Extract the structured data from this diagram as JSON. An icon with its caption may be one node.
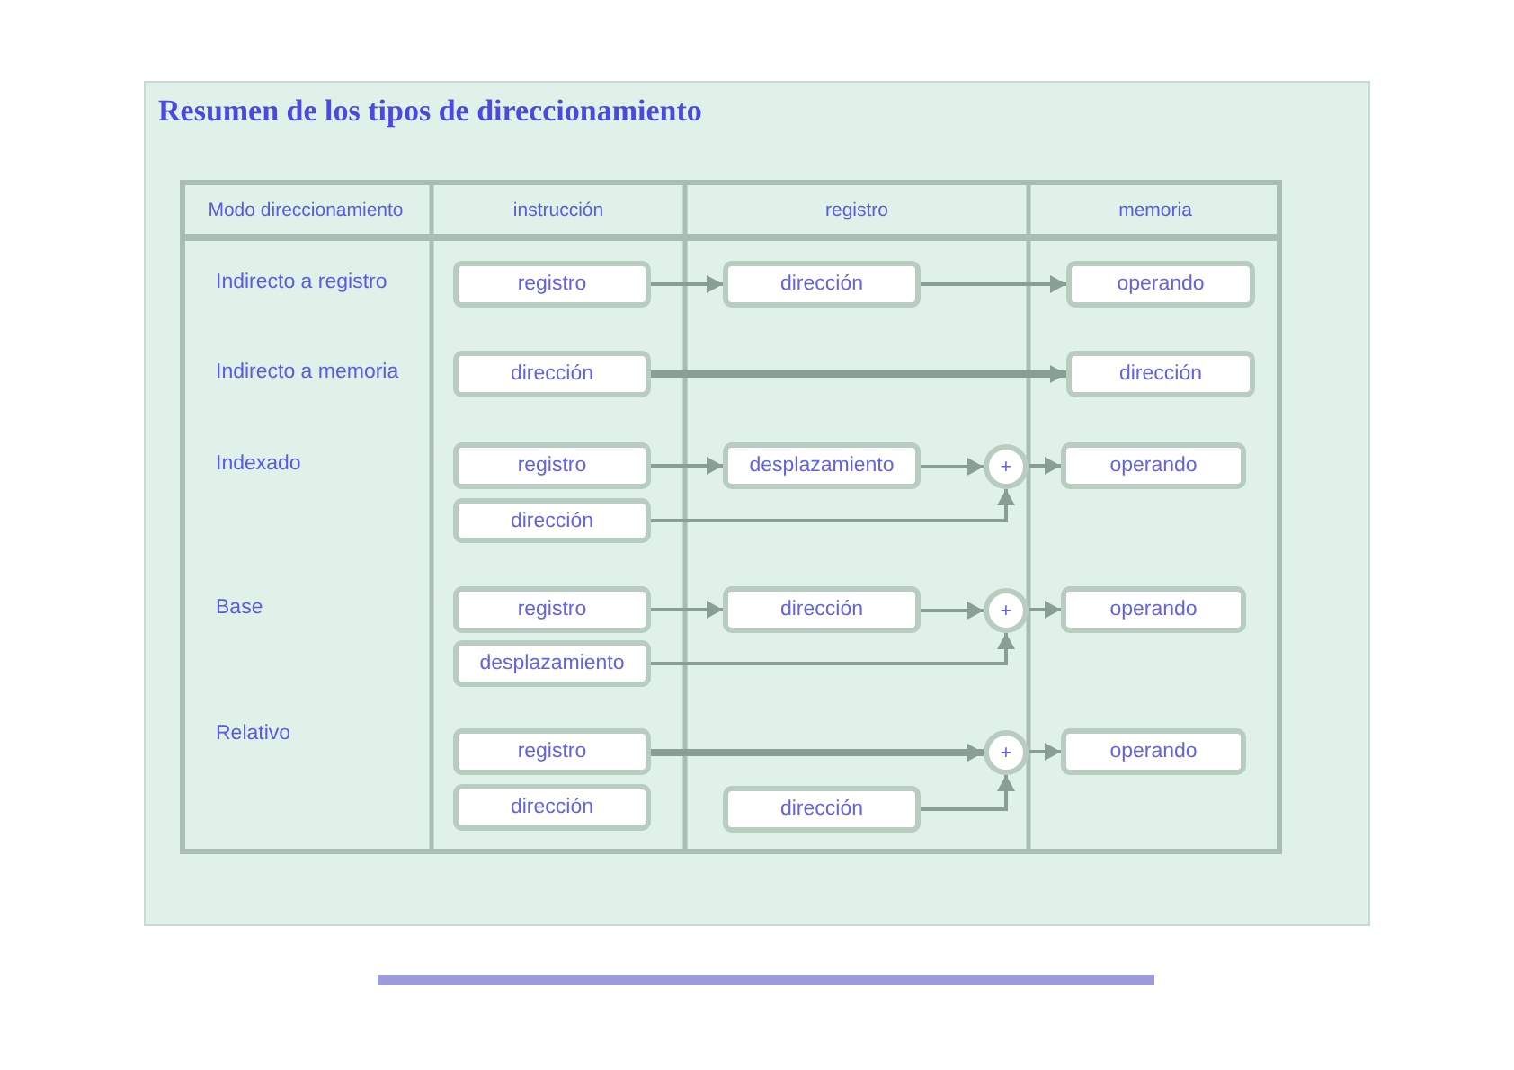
{
  "diagram": {
    "title": "Resumen de los tipos de direccionamiento",
    "nodes": [
      {
        "text": [
          "registro"
        ]
      },
      {
        "text": [
          "dirección"
        ]
      },
      {
        "text": [
          "operando"
        ]
      },
      {
        "text": [
          "dirección"
        ]
      },
      {
        "text": [
          "dirección"
        ]
      },
      {
        "text": [
          "registro"
        ]
      },
      {
        "text": [
          "desplazamiento"
        ]
      },
      {
        "text": [
          "+"
        ]
      },
      {
        "text": [
          "operando"
        ]
      },
      {
        "text": [
          "dirección"
        ]
      },
      {
        "text": [
          "registro"
        ]
      },
      {
        "text": [
          "dirección"
        ]
      },
      {
        "text": [
          "+"
        ]
      },
      {
        "text": [
          "operando"
        ]
      },
      {
        "text": [
          "desplazamiento"
        ]
      },
      {
        "text": [
          "registro"
        ]
      },
      {
        "text": [
          "+"
        ]
      },
      {
        "text": [
          "operando"
        ]
      },
      {
        "text": [
          "dirección"
        ]
      },
      {
        "text": [
          "dirección"
        ]
      }
    ],
    "edges": [
      {
        "from": 0,
        "to": 1,
        "arrow": "to"
      },
      {
        "from": 1,
        "to": 2,
        "arrow": "to"
      },
      {
        "from": 3,
        "to": 4,
        "arrow": "to",
        "style": "thick"
      },
      {
        "from": 5,
        "to": 6,
        "arrow": "to"
      },
      {
        "from": 6,
        "to": 7,
        "arrow": "to"
      },
      {
        "from": 9,
        "to": 7,
        "arrow": "to"
      },
      {
        "from": 7,
        "to": 8,
        "arrow": "to"
      },
      {
        "from": 10,
        "to": 11,
        "arrow": "to"
      },
      {
        "from": 11,
        "to": 12,
        "arrow": "to"
      },
      {
        "from": 14,
        "to": 12,
        "arrow": "to"
      },
      {
        "from": 12,
        "to": 13,
        "arrow": "to"
      },
      {
        "from": 15,
        "to": 16,
        "arrow": "to",
        "style": "thick"
      },
      {
        "from": 19,
        "to": 16,
        "arrow": "to"
      },
      {
        "from": 16,
        "to": 17,
        "arrow": "to"
      }
    ],
    "labels": [
      "Modo direccionamiento",
      "instrucción",
      "registro",
      "memoria",
      "Indirecto a registro",
      "Indirecto a memoria",
      "Indexado",
      "Base",
      "Relativo"
    ]
  }
}
